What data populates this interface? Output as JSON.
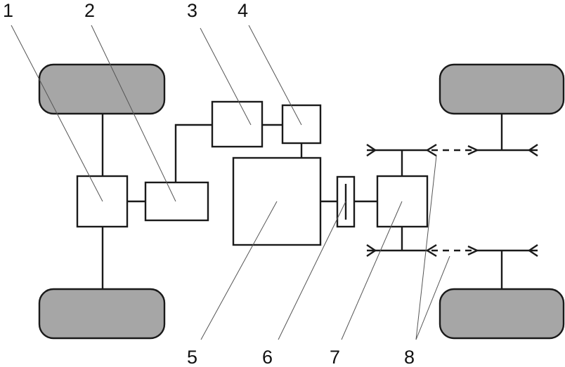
{
  "diagram": {
    "labels": {
      "l1": "1",
      "l2": "2",
      "l3": "3",
      "l4": "4",
      "l5": "5",
      "l6": "6",
      "l7": "7",
      "l8": "8"
    },
    "colors": {
      "wheel_fill": "#a6a6a6",
      "stroke": "#1a1a1a"
    }
  }
}
